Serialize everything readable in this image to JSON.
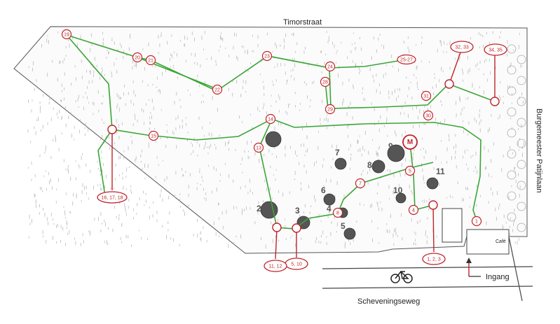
{
  "streets": {
    "north": "Timorstraat",
    "east": "Burgemeester Patijnlaan",
    "south": "Scheveningseweg"
  },
  "labels": {
    "entrance": "Ingang",
    "cafe": "Café",
    "monument": "M"
  },
  "route_markers": [
    "1",
    "4",
    "5",
    "7",
    "8",
    "13",
    "14",
    "15",
    "19",
    "20",
    "21",
    "22",
    "23",
    "24",
    "25-27",
    "28",
    "29",
    "30",
    "31"
  ],
  "callouts": [
    "1, 2, 3",
    "5, 10",
    "11, 12",
    "16, 17, 18",
    "32, 33",
    "34, 35"
  ],
  "section_numbers": [
    "2",
    "3",
    "4",
    "5",
    "6",
    "7",
    "8",
    "9",
    "10",
    "11"
  ],
  "colors": {
    "route": "#3aa635",
    "marker": "#c0232b",
    "ink": "#444444"
  }
}
